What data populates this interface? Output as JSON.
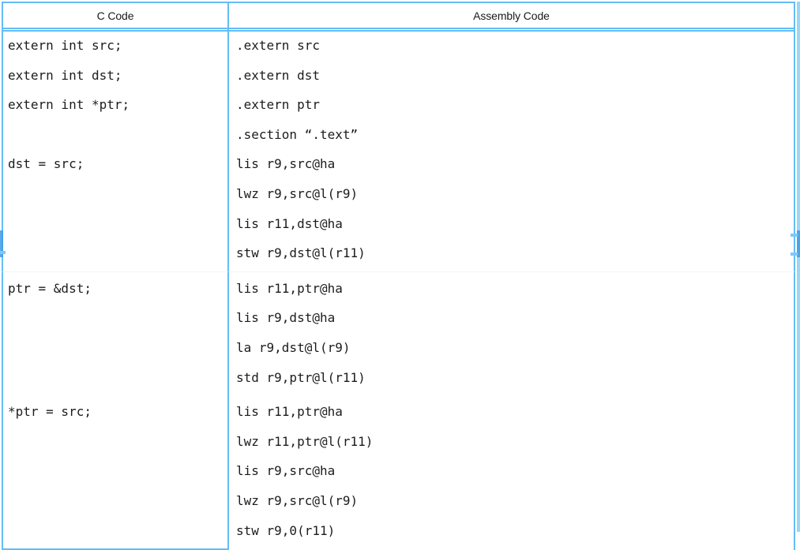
{
  "table": {
    "headers": {
      "c_code": "C Code",
      "assembly_code": "Assembly Code"
    },
    "colors": {
      "border": "#63BDF5",
      "row_separator": "#EAF6FE",
      "text": "#1c1c1c",
      "background": "#ffffff",
      "handle": "#3D9BE9"
    },
    "groups": [
      {
        "c_lines": [
          "extern int src;",
          "extern int dst;",
          "extern int *ptr;",
          "",
          "dst = src;",
          "",
          "",
          ""
        ],
        "asm_lines": [
          ".extern src",
          ".extern dst",
          ".extern ptr",
          ".section “.text”",
          "lis r9,src@ha",
          "lwz r9,src@l(r9)",
          "lis r11,dst@ha",
          "stw r9,dst@l(r11)"
        ]
      },
      {
        "c_lines": [
          "ptr = &dst;",
          "",
          "",
          ""
        ],
        "asm_lines": [
          "lis r11,ptr@ha",
          "lis r9,dst@ha",
          "la r9,dst@l(r9)",
          "std r9,ptr@l(r11)"
        ]
      },
      {
        "c_lines": [
          "*ptr = src;",
          "",
          "",
          "",
          ""
        ],
        "asm_lines": [
          "lis r11,ptr@ha",
          "lwz r11,ptr@l(r11)",
          "lis r9,src@ha",
          "lwz r9,src@l(r9)",
          "stw r9,0(r11)"
        ]
      }
    ]
  }
}
